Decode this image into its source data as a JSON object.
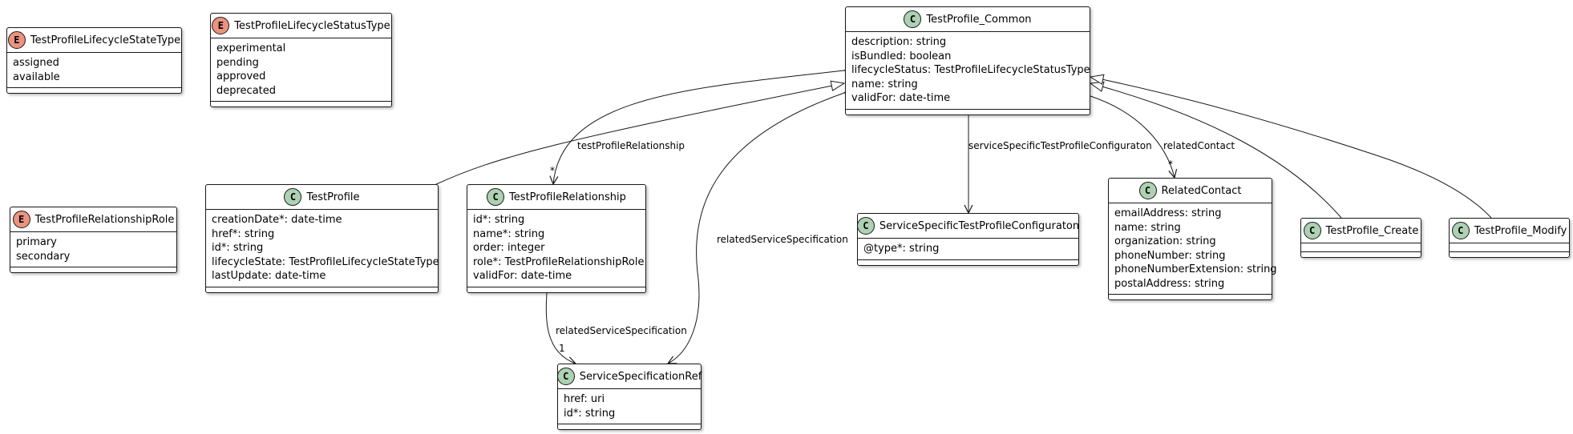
{
  "classes": {
    "lifecycle_state_type": {
      "stereotype": "E",
      "name": "TestProfileLifecycleStateType",
      "attrs": [
        "assigned",
        "available"
      ]
    },
    "lifecycle_status_type": {
      "stereotype": "E",
      "name": "TestProfileLifecycleStatusType",
      "attrs": [
        "experimental",
        "pending",
        "approved",
        "deprecated"
      ]
    },
    "relationship_role": {
      "stereotype": "E",
      "name": "TestProfileRelationshipRole",
      "attrs": [
        "primary",
        "secondary"
      ]
    },
    "common": {
      "stereotype": "C",
      "name": "TestProfile_Common",
      "attrs": [
        "description: string",
        "isBundled: boolean",
        "lifecycleStatus: TestProfileLifecycleStatusType",
        "name: string",
        "validFor: date-time"
      ]
    },
    "test_profile": {
      "stereotype": "C",
      "name": "TestProfile",
      "attrs": [
        "creationDate*: date-time",
        "href*: string",
        "id*: string",
        "lifecycleState: TestProfileLifecycleStateType",
        "lastUpdate: date-time"
      ]
    },
    "relationship": {
      "stereotype": "C",
      "name": "TestProfileRelationship",
      "attrs": [
        "id*: string",
        "name*: string",
        "order: integer",
        "role*: TestProfileRelationshipRole",
        "validFor: date-time"
      ]
    },
    "spec_ref": {
      "stereotype": "C",
      "name": "ServiceSpecificationRef",
      "attrs": [
        "href: uri",
        "id*: string"
      ]
    },
    "configuraton": {
      "stereotype": "C",
      "name": "ServiceSpecificTestProfileConfiguraton",
      "attrs": [
        "@type*: string"
      ]
    },
    "related_contact": {
      "stereotype": "C",
      "name": "RelatedContact",
      "attrs": [
        "emailAddress: string",
        "name: string",
        "organization: string",
        "phoneNumber: string",
        "phoneNumberExtension: string",
        "postalAddress: string"
      ]
    },
    "create": {
      "stereotype": "C",
      "name": "TestProfile_Create",
      "attrs": []
    },
    "modify": {
      "stereotype": "C",
      "name": "TestProfile_Modify",
      "attrs": []
    }
  },
  "labels": {
    "test_profile_relationship": "testProfileRelationship",
    "related_service_specification_common": "relatedServiceSpecification",
    "service_specific_configuraton": "serviceSpecificTestProfileConfiguraton",
    "related_contact": "relatedContact",
    "related_service_specification_rel": "relatedServiceSpecification"
  },
  "multiplicities": {
    "relationship_many": "*",
    "contact_many": "*",
    "spec_ref_one": "1"
  }
}
